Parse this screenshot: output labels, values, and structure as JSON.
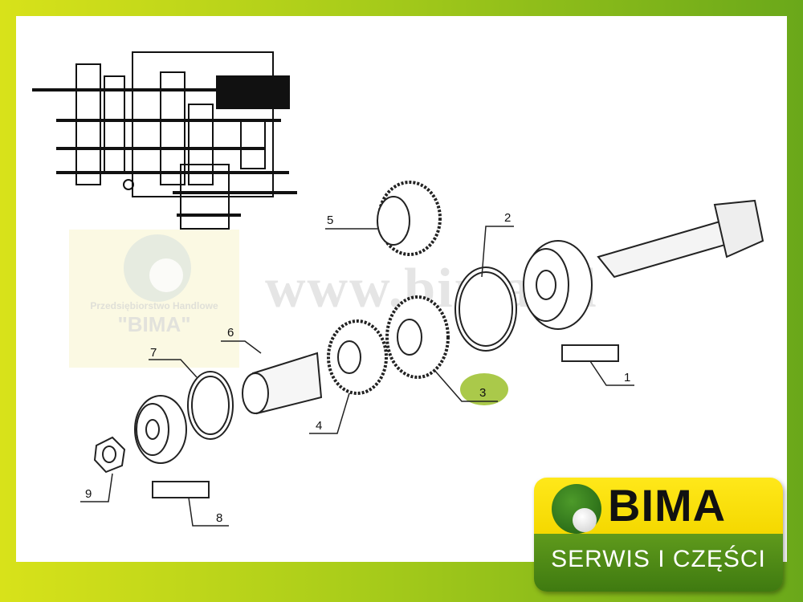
{
  "watermark": {
    "url": "www.bima.pl",
    "company_line": "Przedsiębiorstwo Handlowe",
    "company_name": "\"BIMA\""
  },
  "labels": [
    "1",
    "2",
    "3",
    "4",
    "5",
    "6",
    "7",
    "8",
    "9"
  ],
  "highlighted_label": "3",
  "logo": {
    "name": "BIMA",
    "tagline": "SERWIS I CZĘŚCI"
  },
  "colors": {
    "highlight": "#9bbf2a",
    "logo_yellow": "#ffe81a",
    "logo_green": "#4f8a16"
  }
}
